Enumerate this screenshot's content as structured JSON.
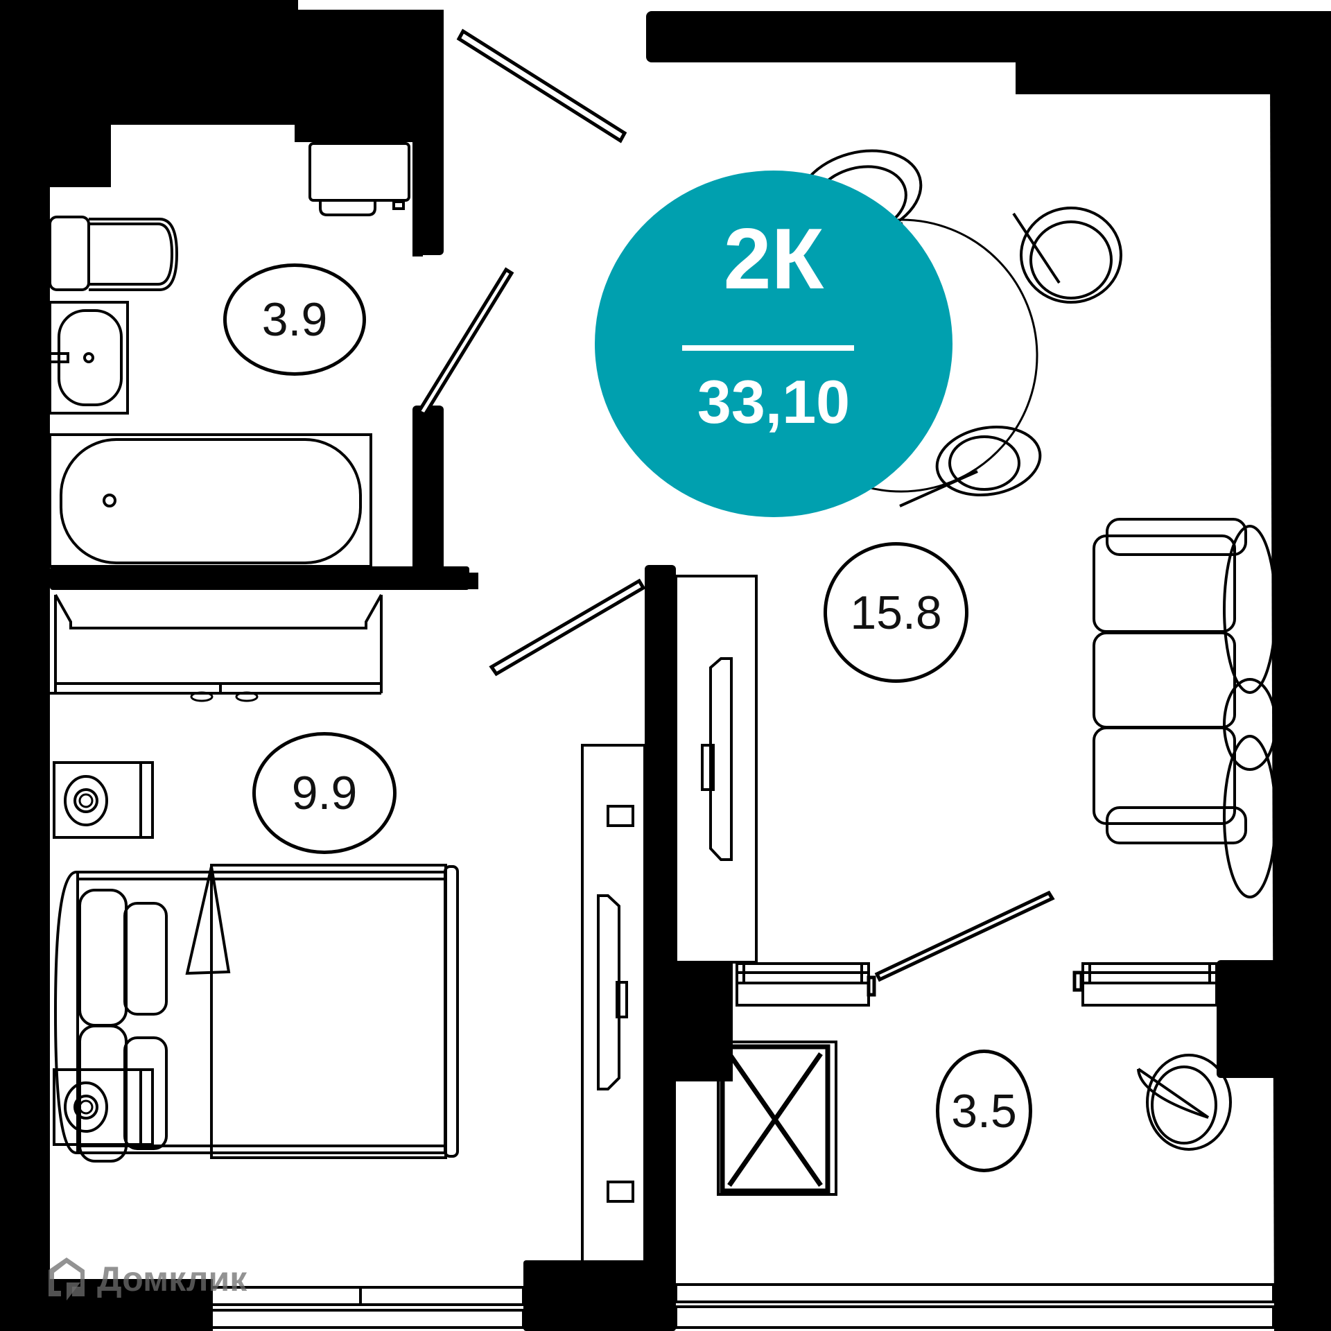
{
  "plan": {
    "apartment_type": "2К",
    "total_area": "33,10",
    "accent_color": "#00a0af",
    "rooms": [
      {
        "id": "bathroom",
        "area": "3.9"
      },
      {
        "id": "living-kitchen",
        "area": "15.8"
      },
      {
        "id": "bedroom",
        "area": "9.9"
      },
      {
        "id": "hallway",
        "area": "3.5"
      }
    ]
  },
  "watermark": {
    "text": "Домклик",
    "icon": "domclick-logo-icon"
  }
}
